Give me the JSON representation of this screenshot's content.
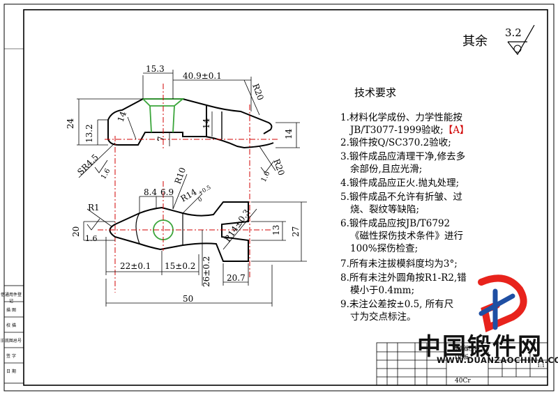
{
  "roughness": {
    "label": "其余",
    "value": "3.2"
  },
  "tech": {
    "title": "技术要求",
    "lines": [
      "1.材料化学成份、力学性能按",
      "JB/T3077-1999验收;",
      "【A】",
      "2.锻件按Q/SC370.2验收;",
      "3.锻件成品应清理干净,修去多",
      "余部份,且应光滑;",
      "4.锻件成品应正火.抛丸处理;",
      "5.锻件成品不允许有折皱、过",
      "烧、裂纹等缺陷;",
      "6.锻件成品应按JB/T6792",
      "《磁性探伤技术条件》进行",
      "100%探伤检查;",
      "7.所有未注拔模斜度均为3°;",
      "8.所有未注外圆角按R1-R2,错",
      "模小于0.4mm;",
      "9.未注公差按±0.5, 所有尺",
      "寸为交点标注。"
    ]
  },
  "dims": {
    "d15_3": "15.3",
    "d40_9": "40.9±0.1",
    "r20a": "R20",
    "d24": "24",
    "d13_2": "13.2",
    "d14a": "14",
    "d7": "7",
    "d14b": "14",
    "d14c": "14",
    "sr4_5": "SR4.5",
    "r1_6a": "1.6",
    "r20b": "R20",
    "r1_6b": "1.6",
    "d8_4": "8.4",
    "d6_9": "6.9",
    "r10": "R10",
    "r14": "R14",
    "tol": "+0.5",
    "tol0": "0",
    "r1": "R1",
    "d20": "20",
    "r1_6c": "1.6",
    "r14b": "R14±0.3",
    "d13": "13",
    "d27": "27",
    "d22": "22±0.1",
    "d15_2": "15±0.2",
    "d26": "26±0.2",
    "d20_7": "20.7",
    "d50": "50"
  },
  "side_labels": [
    "借通用件登记",
    "描 图",
    "校 描",
    "旧底图总号",
    "签 字",
    "日 期"
  ],
  "title_block": {
    "part": "货推器压板",
    "code": "DL板",
    "material": "40Cr",
    "scale": "1:1"
  },
  "watermark": {
    "title": "中国锻件网",
    "url": "WWW.DUANZAOCHINA.COM"
  },
  "colors": {
    "red": "#d00000",
    "green": "#3aa53a",
    "accent": "#e8231c",
    "blue": "#1f4fa3"
  }
}
